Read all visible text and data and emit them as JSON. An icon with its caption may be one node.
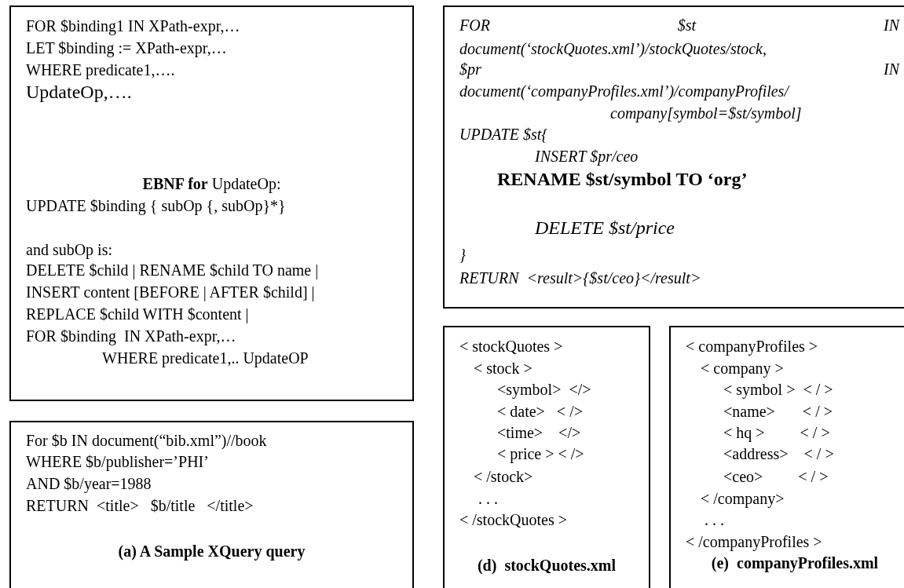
{
  "diagram": {
    "nodes": [
      {
        "text": [
          "FOR $binding1 IN XPath-expr,…",
          "LET $binding := XPath-expr,…",
          "WHERE predicate1,….",
          "UpdateOp,….",
          "**EBNF for** UpdateOp:",
          "UPDATE $binding { subOp {, subOp}*}",
          "and subOp is:",
          "DELETE $child | RENAME $child TO name |",
          "INSERT content [BEFORE | AFTER $child] |",
          "REPLACE $child WITH $content |",
          "FOR $binding  IN XPath-expr,…",
          "WHERE predicate1,.. UpdateOP"
        ]
      },
      {
        "text": [
          "For $b IN document(“bib.xml”)//book",
          "WHERE $b/publisher=’PHI’",
          "AND $b/year=1988",
          "RETURN  <title>   $b/title   </title>",
          "(a) A Sample XQuery query"
        ]
      },
      {
        "text": [
          "FOR $st IN",
          "document(‘stockQuotes.xml’)/stockQuotes/stock,",
          "$pr IN",
          "document(‘companyProfiles.xml’)/companyProfiles/",
          "company[symbol=$st/symbol]",
          "UPDATE $st{",
          "INSERT $pr/ceo",
          "RENAME $st/symbol TO ‘org’",
          "DELETE $st/price",
          "}",
          "RETURN  <result>{$st/ceo}</result>"
        ]
      },
      {
        "text": [
          "< stockQuotes >",
          "< stock >",
          "<symbol>  </>",
          "< date>   < />",
          "<time>    </>",
          "< price > < />",
          "< /stock>",
          ". . .",
          "< /stockQuotes >",
          "(d)  stockQuotes.xml"
        ]
      },
      {
        "text": [
          "< companyProfiles >",
          "< company >",
          "< symbol >  < / >",
          "<name>       < / >",
          "< hq >         < / >",
          "<address>    < / >",
          "<ceo>         < / >",
          "< /company>",
          ". . .",
          "< /companyProfiles >",
          "(e)  companyProfiles.xml"
        ]
      }
    ]
  }
}
